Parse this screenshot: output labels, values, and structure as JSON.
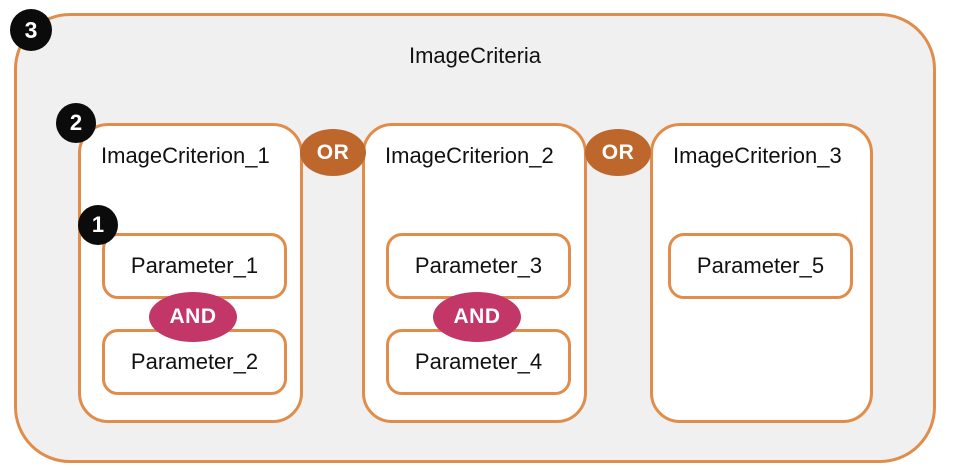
{
  "diagram": {
    "title": "ImageCriteria",
    "annotations": [
      {
        "number": "1"
      },
      {
        "number": "2"
      },
      {
        "number": "3"
      }
    ],
    "criteria": [
      {
        "label": "ImageCriterion_1",
        "parameters": [
          "Parameter_1",
          "Parameter_2"
        ],
        "operator": "AND"
      },
      {
        "label": "ImageCriterion_2",
        "parameters": [
          "Parameter_3",
          "Parameter_4"
        ],
        "operator": "AND"
      },
      {
        "label": "ImageCriterion_3",
        "parameters": [
          "Parameter_5"
        ]
      }
    ],
    "operators_between_criteria": [
      "OR",
      "OR"
    ],
    "colors": {
      "border_orange": "#E08D4C",
      "or_fill": "#BE672C",
      "and_fill": "#C23768",
      "container_fill": "#F0F0F0",
      "box_fill": "#FFFFFF",
      "badge_black": "#0B0B0B",
      "text_black": "#111111"
    }
  }
}
